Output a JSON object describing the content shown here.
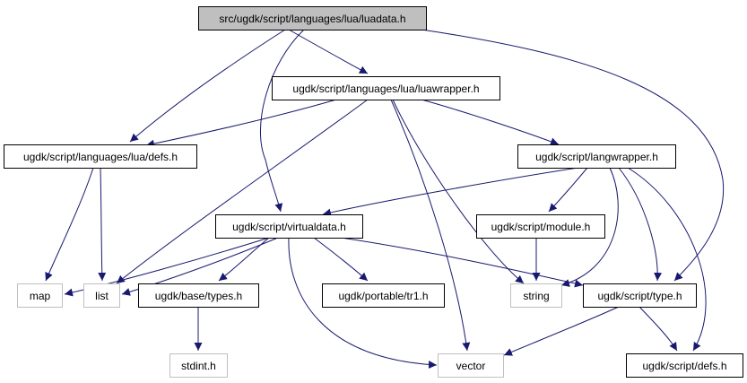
{
  "diagram": {
    "type": "include-dependency-graph",
    "colors": {
      "edge": "#191970",
      "root_fill": "#bfbfbf",
      "node_border": "#000000",
      "external_border": "#bfbfbf",
      "text": "#000000"
    },
    "nodes": [
      {
        "id": "root",
        "label": "src/ugdk/script/languages/lua/luadata.h",
        "kind": "root"
      },
      {
        "id": "luawrapper",
        "label": "ugdk/script/languages/lua/luawrapper.h",
        "kind": "internal"
      },
      {
        "id": "luadefs",
        "label": "ugdk/script/languages/lua/defs.h",
        "kind": "internal"
      },
      {
        "id": "langwrapper",
        "label": "ugdk/script/langwrapper.h",
        "kind": "internal"
      },
      {
        "id": "virtualdata",
        "label": "ugdk/script/virtualdata.h",
        "kind": "internal"
      },
      {
        "id": "module",
        "label": "ugdk/script/module.h",
        "kind": "internal"
      },
      {
        "id": "map",
        "label": "map",
        "kind": "external"
      },
      {
        "id": "list",
        "label": "list",
        "kind": "external"
      },
      {
        "id": "basetypes",
        "label": "ugdk/base/types.h",
        "kind": "internal"
      },
      {
        "id": "tr1",
        "label": "ugdk/portable/tr1.h",
        "kind": "internal"
      },
      {
        "id": "string",
        "label": "string",
        "kind": "external"
      },
      {
        "id": "scripttype",
        "label": "ugdk/script/type.h",
        "kind": "internal"
      },
      {
        "id": "stdint",
        "label": "stdint.h",
        "kind": "external"
      },
      {
        "id": "vector",
        "label": "vector",
        "kind": "external"
      },
      {
        "id": "scriptdefs",
        "label": "ugdk/script/defs.h",
        "kind": "internal"
      }
    ],
    "edges": [
      {
        "from": "root",
        "to": "luawrapper"
      },
      {
        "from": "root",
        "to": "luadefs"
      },
      {
        "from": "root",
        "to": "virtualdata"
      },
      {
        "from": "root",
        "to": "scripttype"
      },
      {
        "from": "luawrapper",
        "to": "luadefs"
      },
      {
        "from": "luawrapper",
        "to": "langwrapper"
      },
      {
        "from": "luawrapper",
        "to": "list"
      },
      {
        "from": "luawrapper",
        "to": "string"
      },
      {
        "from": "luawrapper",
        "to": "vector"
      },
      {
        "from": "luadefs",
        "to": "map"
      },
      {
        "from": "luadefs",
        "to": "list"
      },
      {
        "from": "langwrapper",
        "to": "virtualdata"
      },
      {
        "from": "langwrapper",
        "to": "module"
      },
      {
        "from": "langwrapper",
        "to": "string"
      },
      {
        "from": "langwrapper",
        "to": "scripttype"
      },
      {
        "from": "langwrapper",
        "to": "scriptdefs"
      },
      {
        "from": "virtualdata",
        "to": "map"
      },
      {
        "from": "virtualdata",
        "to": "list"
      },
      {
        "from": "virtualdata",
        "to": "basetypes"
      },
      {
        "from": "virtualdata",
        "to": "tr1"
      },
      {
        "from": "virtualdata",
        "to": "scripttype"
      },
      {
        "from": "virtualdata",
        "to": "vector"
      },
      {
        "from": "module",
        "to": "string"
      },
      {
        "from": "basetypes",
        "to": "stdint"
      },
      {
        "from": "scripttype",
        "to": "vector"
      },
      {
        "from": "scripttype",
        "to": "scriptdefs"
      }
    ]
  }
}
